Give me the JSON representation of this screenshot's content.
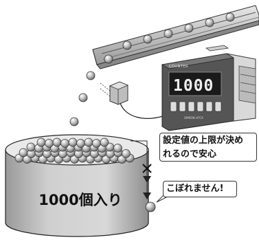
{
  "counter": {
    "brand_label": "COUNTER",
    "display_value": "1000",
    "maker_label": "OMRON H7CX"
  },
  "callouts": {
    "limit_text_line1": "設定値の上限が決め",
    "limit_text_line2": "れるので安心",
    "no_spill_text": "こぼれません!"
  },
  "bin": {
    "label": "1000個入り"
  },
  "colors": {
    "ink": "#111111",
    "steel": "#c8c8c8",
    "display_bg": "#1a1a1a"
  }
}
